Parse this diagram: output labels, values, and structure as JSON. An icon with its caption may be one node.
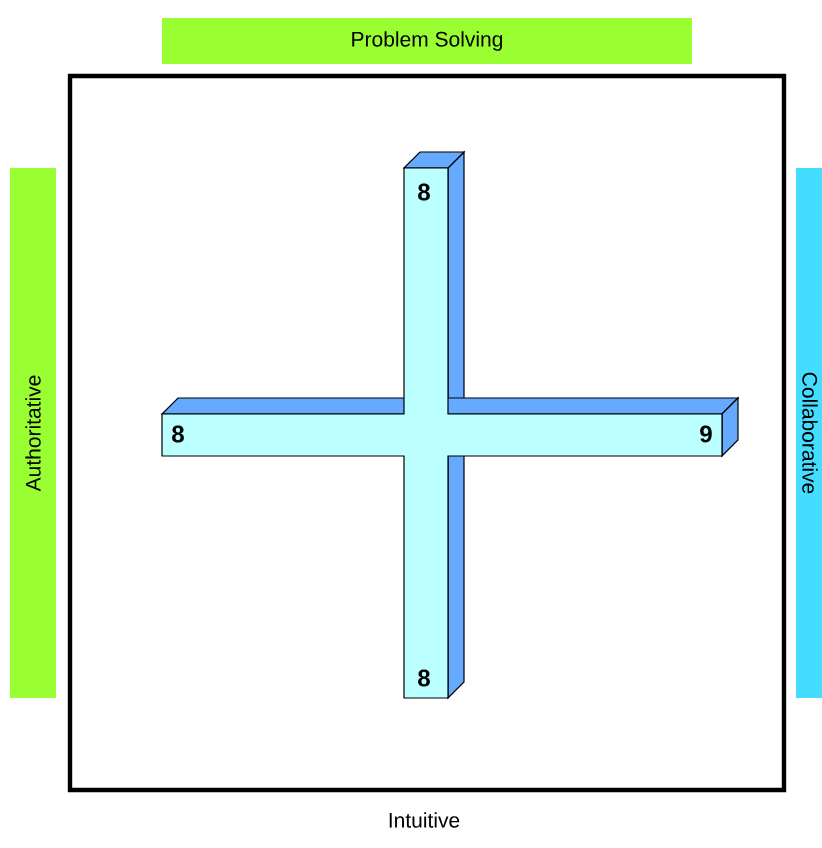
{
  "diagram": {
    "nodes": [
      {
        "text": [
          "Problem Solving"
        ]
      },
      {
        "text": [
          "Authoritative"
        ]
      },
      {
        "text": [
          "Collaborative"
        ]
      }
    ],
    "labels": [
      "8",
      "8",
      "9",
      "8",
      "Intuitive"
    ]
  }
}
